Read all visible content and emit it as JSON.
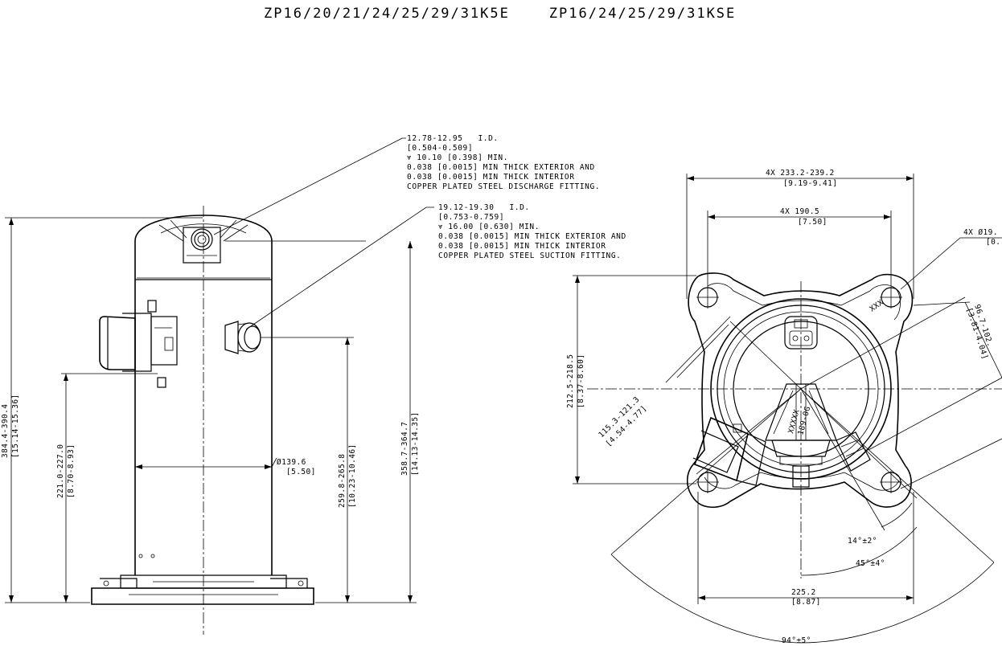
{
  "title": "ZP16/20/21/24/25/29/31K5E    ZP16/24/25/29/31KSE",
  "discharge_note": [
    "12.78-12.95   I.D.",
    "[0.504-0.509]",
    "⩔ 10.10 [0.398] MIN.",
    "0.038 [0.0015] MIN THICK EXTERIOR AND",
    "0.038 [0.0015] MIN THICK INTERIOR",
    "COPPER PLATED STEEL DISCHARGE FITTING."
  ],
  "suction_note": [
    "19.12-19.30   I.D.",
    "[0.753-0.759]",
    "⩔ 16.00 [0.630] MIN.",
    "0.038 [0.0015] MIN THICK EXTERIOR AND",
    "0.038 [0.0015] MIN THICK INTERIOR",
    "COPPER PLATED STEEL SUCTION FITTING."
  ],
  "side_view": {
    "height_overall": "384.4-390.4",
    "height_overall_in": "[15.14-15.36]",
    "height_terminal": "221.0-227.0",
    "height_terminal_in": "[8.70-8.93]",
    "diameter": "Ø139.6",
    "diameter_in": "[5.50]",
    "height_suction": "259.8-265.8",
    "height_suction_in": "[10.23-10.46]",
    "height_discharge": "358.7-364.7",
    "height_discharge_in": "[14.13-14.35]"
  },
  "top_view": {
    "outer_span": "4X 233.2-239.2",
    "outer_span_in": "[9.19-9.41]",
    "bolt_span": "4X 190.5",
    "bolt_span_in": "[7.50]",
    "hole": "4X Ø19.",
    "hole_in": "[0.",
    "depth": "212.5-218.5",
    "depth_in": "[8.37-8.60]",
    "offset": "115.3-121.3",
    "offset_in": "[4.54-4.77]",
    "diag": "96.7-102.",
    "diag_in": "[3.81-4.04]",
    "angle_small": "14°±2°",
    "angle_mid": "45°±4°",
    "angle_big": "94°±5°",
    "width": "225.2",
    "width_in": "[8.87]",
    "marking_1": "XXXXX",
    "marking_2": "189-0G",
    "marking_3": "XXX"
  }
}
